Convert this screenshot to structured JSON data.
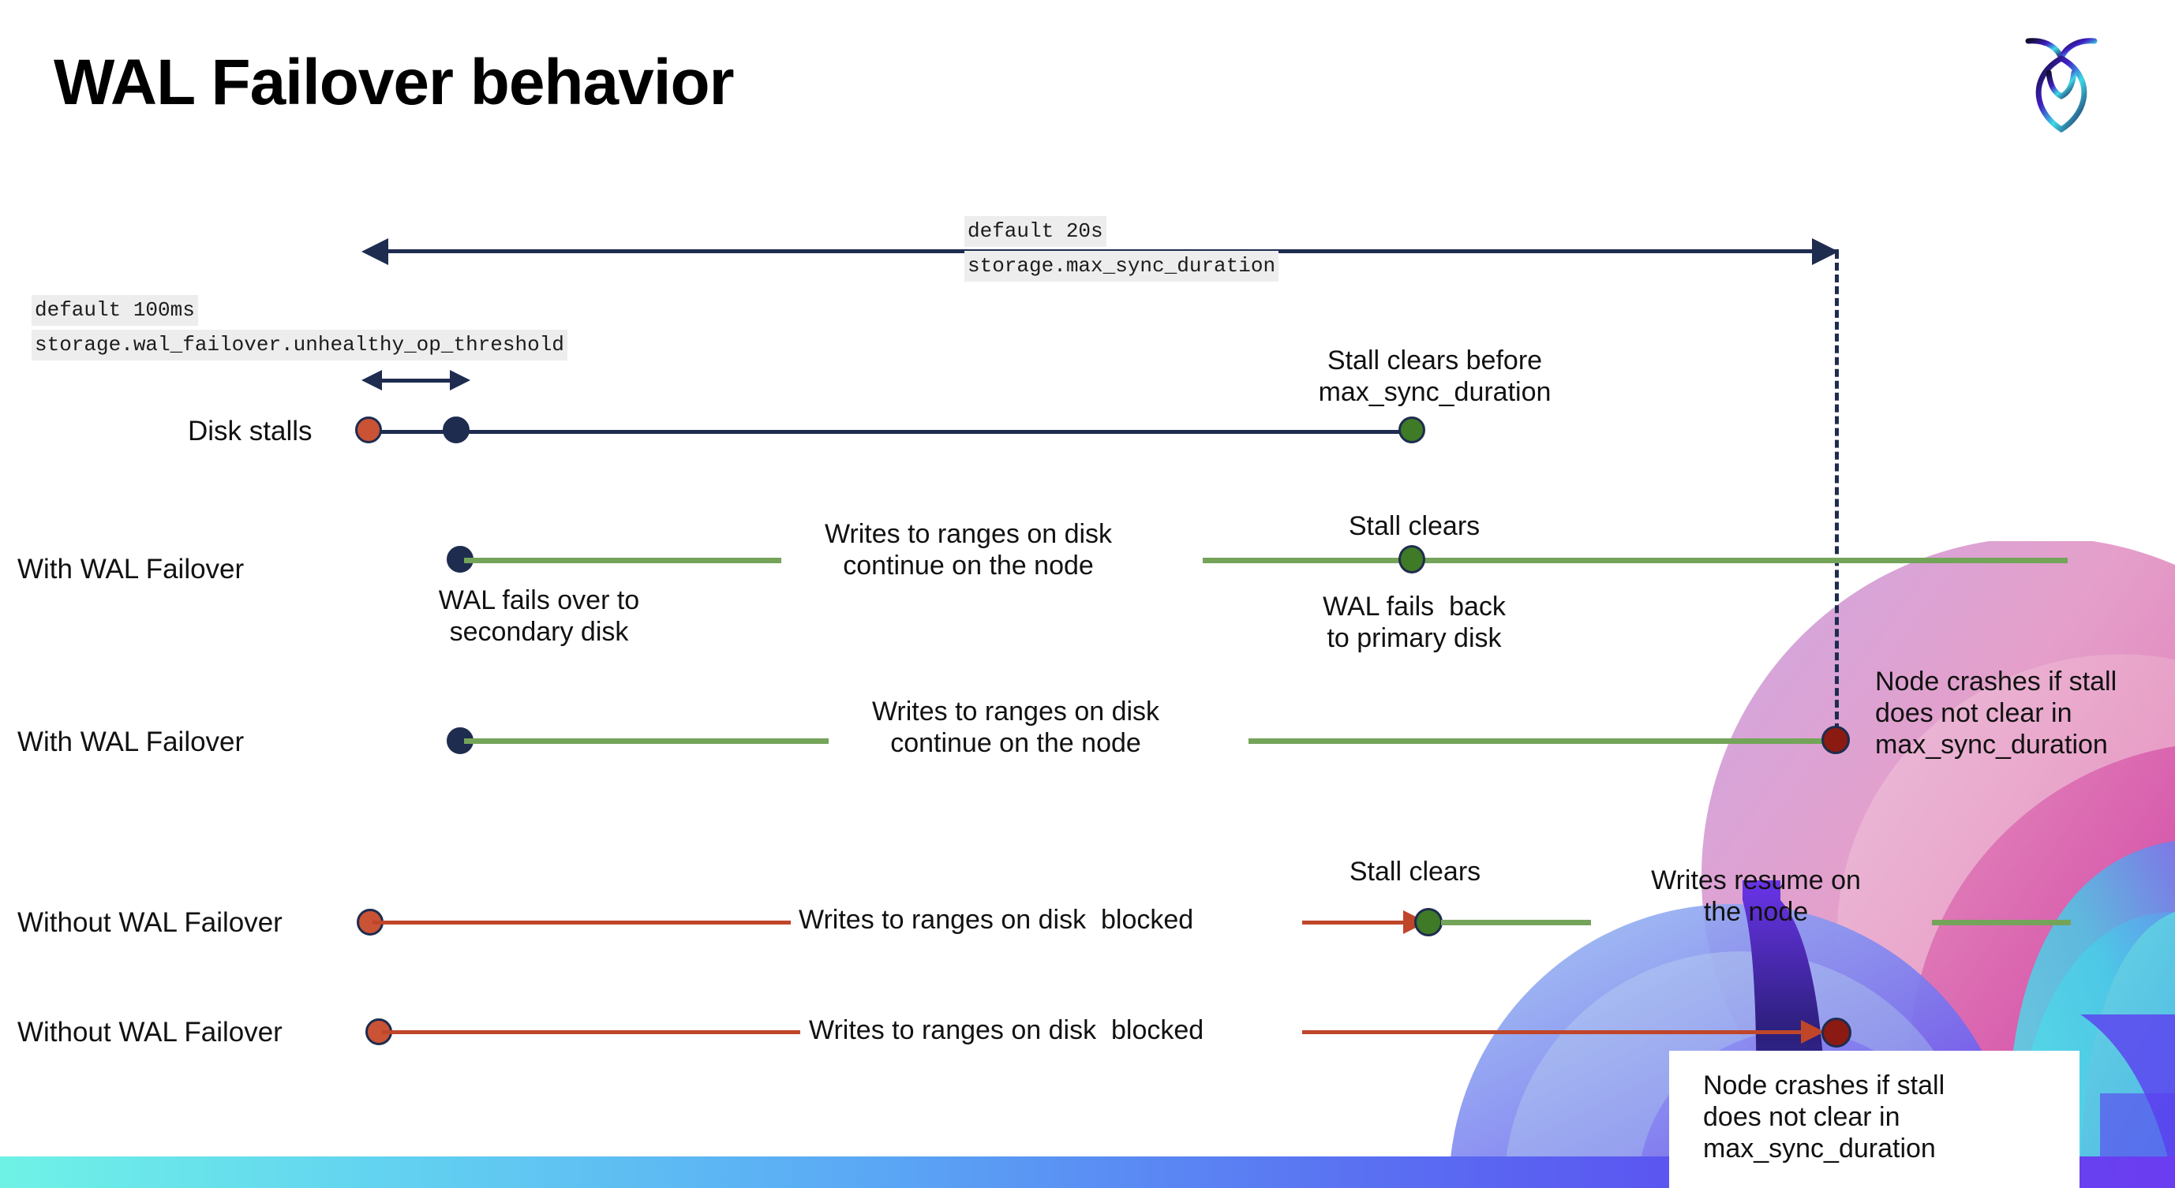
{
  "slide": {
    "title": "WAL Failover behavior",
    "logo_name": "cockroachdb-logo"
  },
  "annotations": {
    "max_sync": {
      "default_line": "default 20s",
      "setting_line": "storage.max_sync_duration"
    },
    "unhealthy_op": {
      "default_line": "default 100ms",
      "setting_line": "storage.wal_failover.unhealthy_op_threshold"
    }
  },
  "rows": [
    {
      "id": "disk-stalls",
      "name": "Disk stalls",
      "note_above": "Stall clears before\nmax_sync_duration"
    },
    {
      "id": "with-wal-failover-clears",
      "name": "With WAL Failover",
      "note_below_start": "WAL fails over to\nsecondary disk",
      "note_mid": "Writes to ranges on disk\ncontinue on the node",
      "note_clears": "Stall clears",
      "note_fail_back": "WAL fails  back\nto primary disk"
    },
    {
      "id": "with-wal-failover-crash",
      "name": "With WAL Failover",
      "note_mid": "Writes to ranges on disk\ncontinue on the node",
      "note_crash": "Node crashes if stall\ndoes not clear in\nmax_sync_duration"
    },
    {
      "id": "without-wal-failover-clears",
      "name": "Without WAL Failover",
      "note_blocked": "Writes to ranges on disk  blocked",
      "note_clears": "Stall clears",
      "note_resume": "Writes resume on\nthe node"
    },
    {
      "id": "without-wal-failover-crash",
      "name": "Without WAL Failover",
      "note_blocked": "Writes to ranges on disk  blocked",
      "note_crash": "Node crashes if stall\ndoes not clear in\nmax_sync_duration"
    }
  ],
  "colors": {
    "navy": "#1e2c4f",
    "green_line": "#74a45a",
    "green_dot": "#3f7a26",
    "red_line": "#c0462a",
    "red_dot": "#c95334",
    "dark_red_dot": "#8b1a12",
    "chip_bg": "#ededed"
  }
}
